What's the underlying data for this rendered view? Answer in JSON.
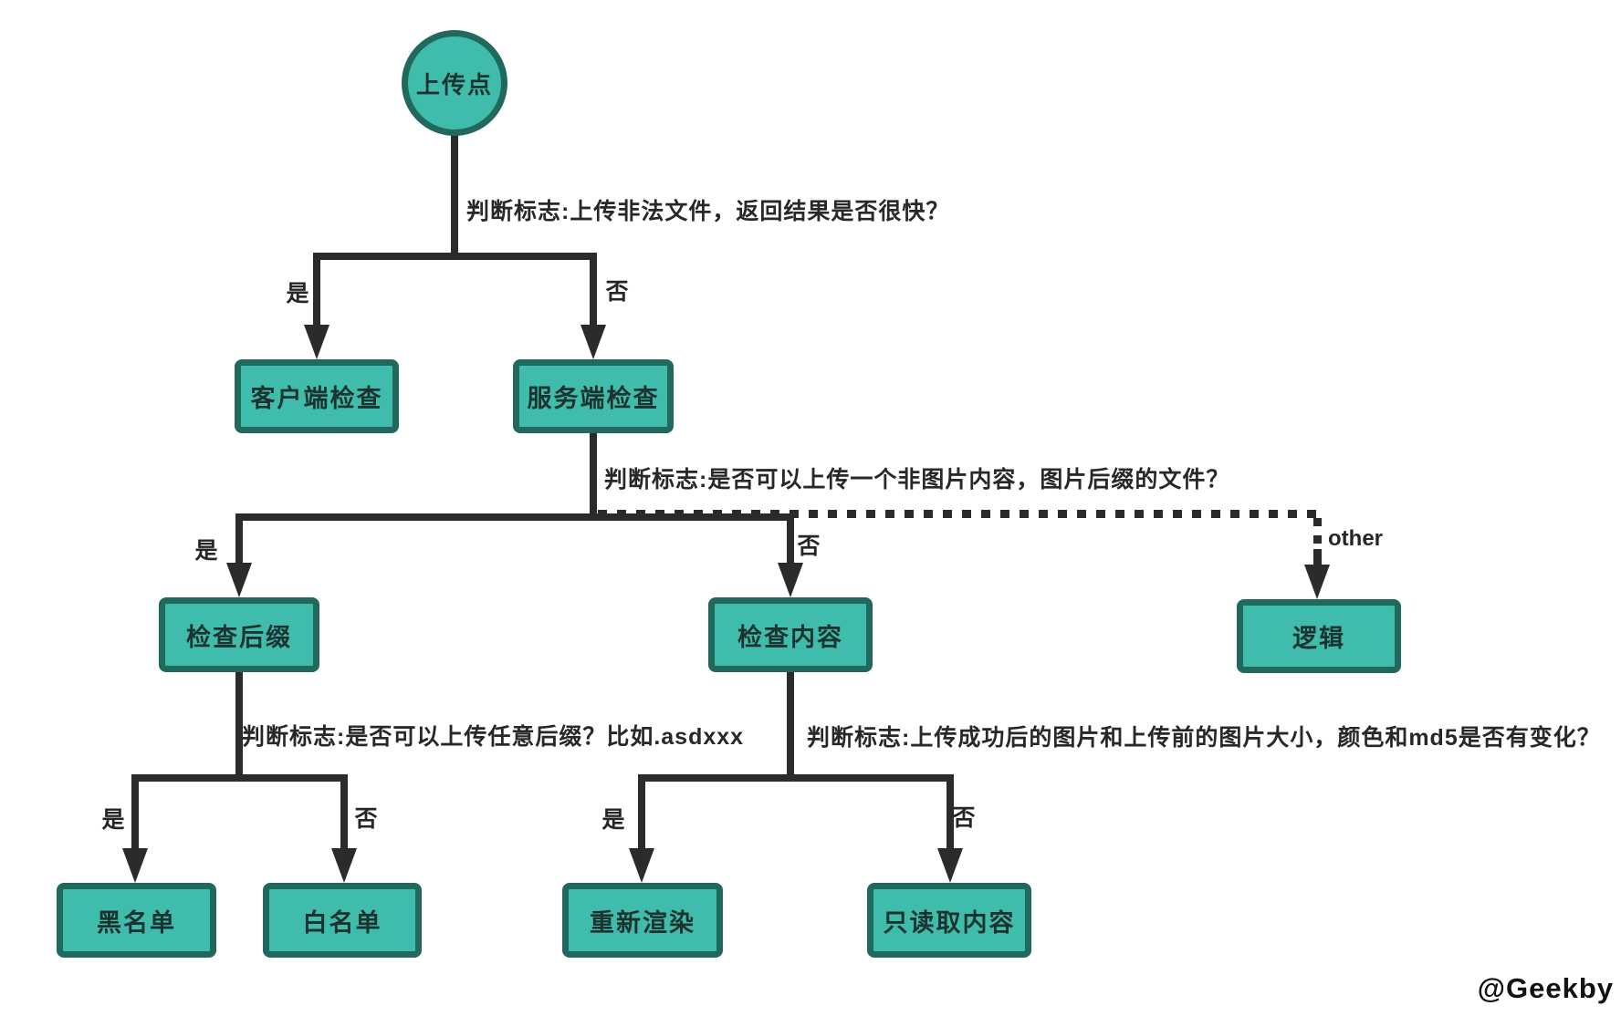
{
  "diagram": {
    "nodes": {
      "upload_point": "上传点",
      "client_check": "客户端检查",
      "server_check": "服务端检查",
      "check_suffix": "检查后缀",
      "check_content": "检查内容",
      "logic": "逻辑",
      "blacklist": "黑名单",
      "whitelist": "白名单",
      "rerender": "重新渲染",
      "read_content": "只读取内容"
    },
    "decision_labels": {
      "d1": "判断标志:上传非法文件，返回结果是否很快？",
      "d2": "判断标志:是否可以上传一个非图片内容，图片后缀的文件？",
      "d3": "判断标志:是否可以上传任意后缀？比如.asdxxx",
      "d4": "判断标志:上传成功后的图片和上传前的图片大小，颜色和md5是否有变化？"
    },
    "edge_labels": {
      "d1_yes": "是",
      "d1_no": "否",
      "d2_yes": "是",
      "d2_no": "否",
      "d2_other": "other",
      "d3_yes": "是",
      "d3_no": "否",
      "d4_yes": "是",
      "d4_no": "否"
    },
    "watermark": "@Geekby",
    "colors": {
      "node_fill": "#3FBCAC",
      "node_border": "#20695C",
      "line": "#2B2B2B",
      "background": "#FFFFFF"
    }
  }
}
